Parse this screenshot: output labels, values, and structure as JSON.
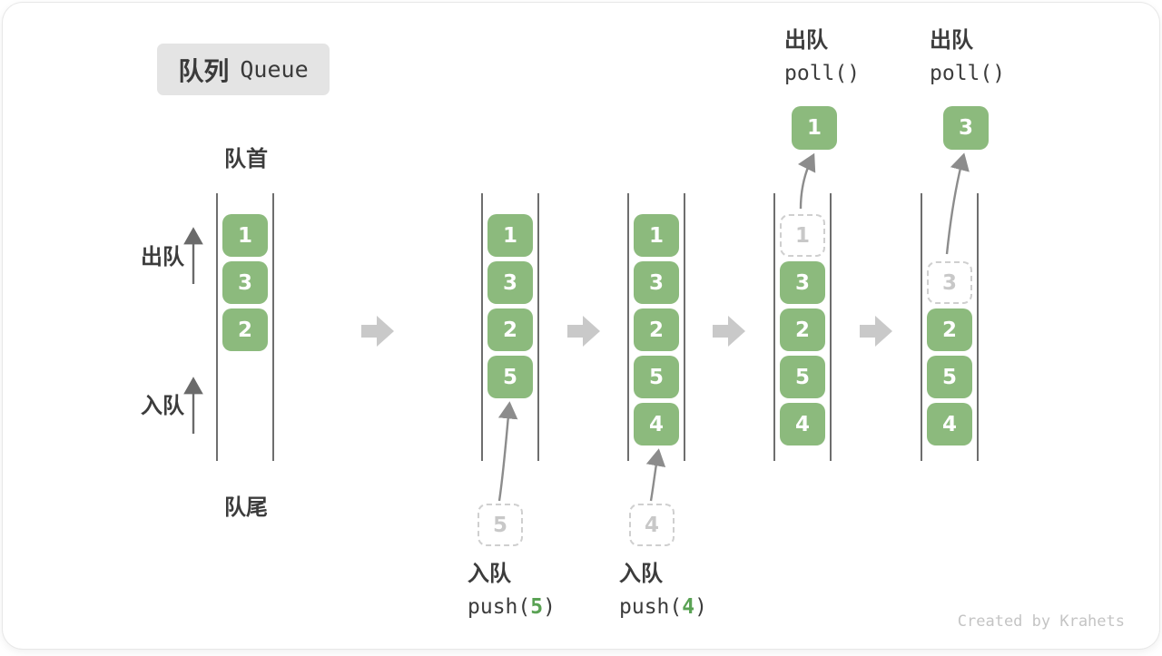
{
  "title": {
    "zh": "队列",
    "en": "Queue"
  },
  "labels": {
    "front": "队首",
    "rear": "队尾",
    "dequeue": "出队",
    "enqueue": "入队"
  },
  "watermark": "Created by Krahets",
  "colors": {
    "item_green": "#8cba7d",
    "code_green": "#5aa254",
    "wall_gray": "#4a4a4a",
    "block_arrow_gray": "#c9c9c9",
    "curve_arrow_gray": "#8c8c8c",
    "dashed_gray": "#cfcfcf",
    "text_dark": "#3c3c3c",
    "badge_bg": "#e4e4e4"
  },
  "states": [
    {
      "slots": [
        {
          "v": "1",
          "t": "solid"
        },
        {
          "v": "3",
          "t": "solid"
        },
        {
          "v": "2",
          "t": "solid"
        }
      ]
    },
    {
      "slots": [
        {
          "v": "1",
          "t": "solid"
        },
        {
          "v": "3",
          "t": "solid"
        },
        {
          "v": "2",
          "t": "solid"
        },
        {
          "v": "5",
          "t": "solid"
        }
      ]
    },
    {
      "slots": [
        {
          "v": "1",
          "t": "solid"
        },
        {
          "v": "3",
          "t": "solid"
        },
        {
          "v": "2",
          "t": "solid"
        },
        {
          "v": "5",
          "t": "solid"
        },
        {
          "v": "4",
          "t": "solid"
        }
      ]
    },
    {
      "slots": [
        {
          "v": "1",
          "t": "dashed"
        },
        {
          "v": "3",
          "t": "solid"
        },
        {
          "v": "2",
          "t": "solid"
        },
        {
          "v": "5",
          "t": "solid"
        },
        {
          "v": "4",
          "t": "solid"
        }
      ]
    },
    {
      "slots": [
        {
          "t": "empty"
        },
        {
          "v": "3",
          "t": "dashed"
        },
        {
          "v": "2",
          "t": "solid"
        },
        {
          "v": "5",
          "t": "solid"
        },
        {
          "v": "4",
          "t": "solid"
        }
      ]
    }
  ],
  "operations": [
    {
      "type": "enqueue",
      "action": "入队",
      "code_pre": "push(",
      "arg": "5",
      "code_post": ")",
      "staged_value": "5"
    },
    {
      "type": "enqueue",
      "action": "入队",
      "code_pre": "push(",
      "arg": "4",
      "code_post": ")",
      "staged_value": "4"
    },
    {
      "type": "dequeue",
      "action": "出队",
      "code": "poll()",
      "removed_value": "1"
    },
    {
      "type": "dequeue",
      "action": "出队",
      "code": "poll()",
      "removed_value": "3"
    }
  ]
}
